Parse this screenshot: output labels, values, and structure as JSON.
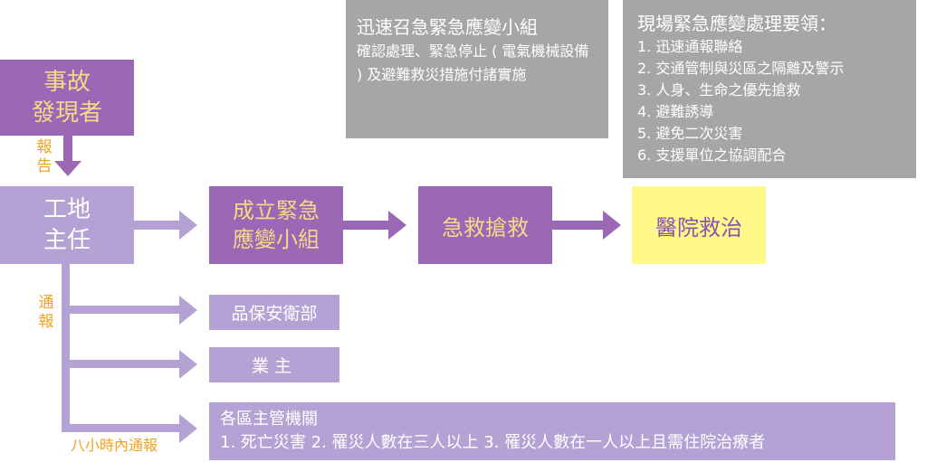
{
  "top_note_1": {
    "title": "迅速召急緊急應變小組",
    "body": "確認處理、緊急停止 ( 電氣機械設備 ) 及避難救災措施付諸實施"
  },
  "top_note_2": {
    "title": "現場緊急應變處理要領：",
    "items": [
      "1. 迅速通報聯絡",
      "2. 交通管制與災區之隔離及警示",
      "3. 人身、生命之優先搶救",
      "4. 避難誘導",
      "5. 避免二次災害",
      "6. 支援單位之協調配合"
    ]
  },
  "nodes": {
    "discoverer": [
      "事故",
      "發現者"
    ],
    "site_director": [
      "工地",
      "主任"
    ],
    "response_team": [
      "成立緊急",
      "應變小組"
    ],
    "rescue": "急救搶救",
    "hospital": "醫院救治",
    "qa_safety": "品保安衛部",
    "owner": "業主",
    "authority_title": "各區主管機關",
    "authority_detail": "1. 死亡災害 2. 罹災人數在三人以上 3. 罹災人數在一人以上且需住院治療者"
  },
  "labels": {
    "report": [
      "報",
      "告"
    ],
    "notify": [
      "通",
      "報"
    ],
    "eight_hour": "八小時內通報"
  },
  "colors": {
    "gray": "#a6a6a6",
    "purple_dark": "#9a68b5",
    "purple_light": "#b5a2d4",
    "yellow": "#fff98a",
    "label_orange": "#f0a21f"
  }
}
